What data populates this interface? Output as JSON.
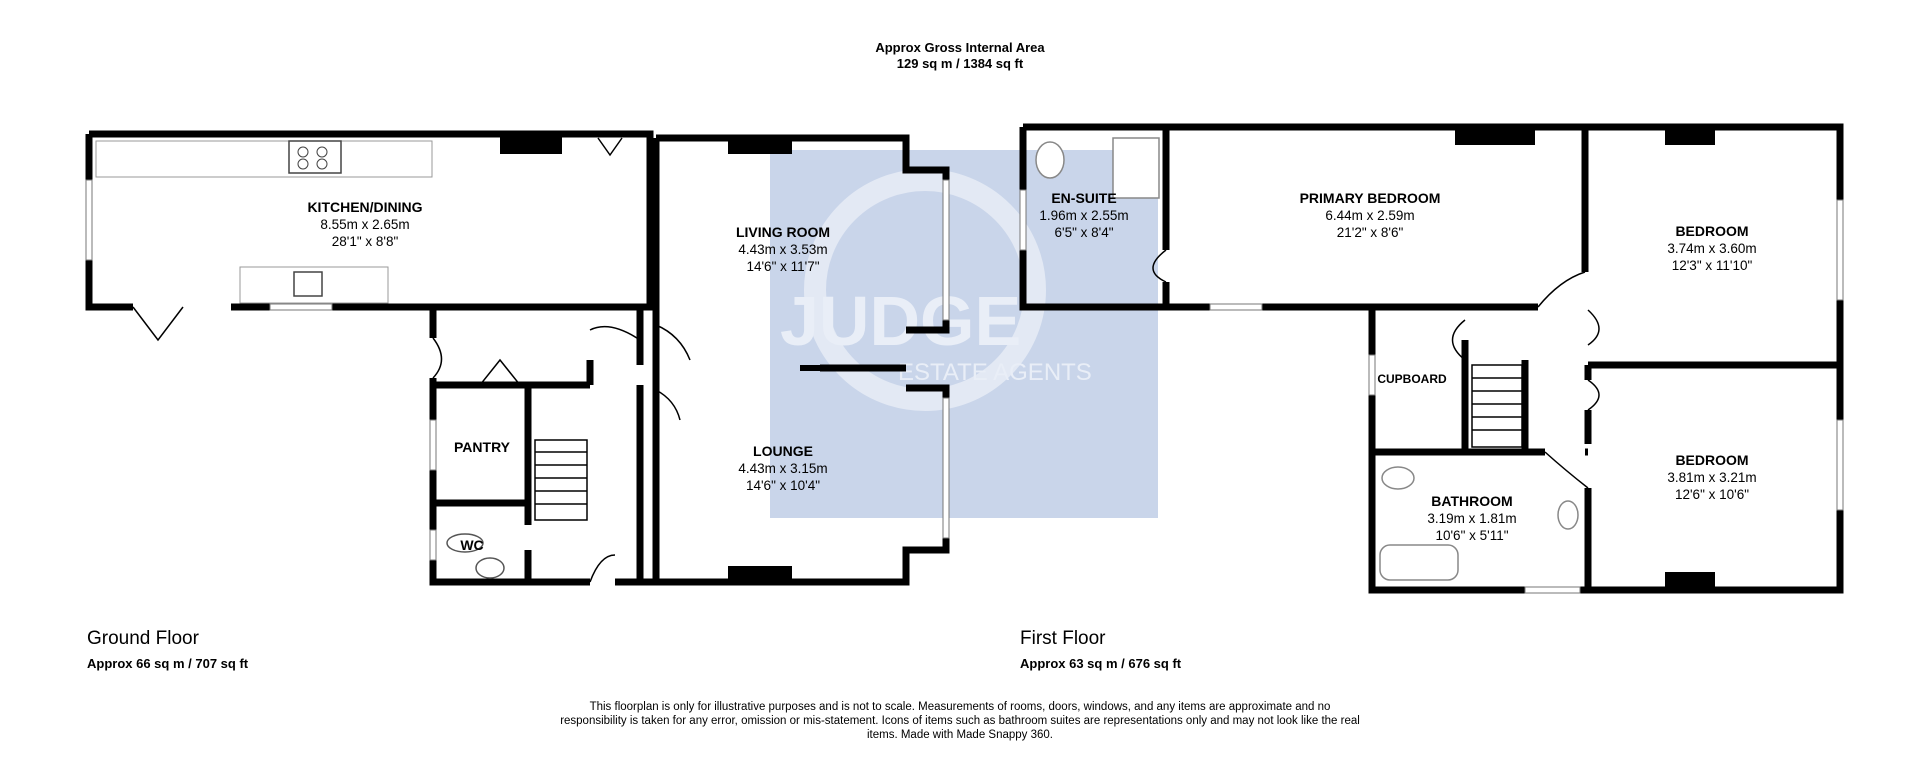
{
  "header": {
    "title": "Approx Gross Internal Area",
    "area": "129 sq m / 1384 sq ft"
  },
  "floors": [
    {
      "name": "Ground Floor",
      "area": "Approx 66 sq m / 707 sq ft"
    },
    {
      "name": "First Floor",
      "area": "Approx 63 sq m / 676 sq ft"
    }
  ],
  "rooms": {
    "kitchen": {
      "name": "KITCHEN/DINING",
      "metric": "8.55m x 2.65m",
      "imperial": "28'1\" x 8'8\""
    },
    "living": {
      "name": "LIVING ROOM",
      "metric": "4.43m x 3.53m",
      "imperial": "14'6\" x 11'7\""
    },
    "lounge": {
      "name": "LOUNGE",
      "metric": "4.43m x 3.15m",
      "imperial": "14'6\" x 10'4\""
    },
    "pantry": {
      "name": "PANTRY"
    },
    "wc": {
      "name": "WC"
    },
    "ensuite": {
      "name": "EN-SUITE",
      "metric": "1.96m x 2.55m",
      "imperial": "6'5\" x 8'4\""
    },
    "primary": {
      "name": "PRIMARY BEDROOM",
      "metric": "6.44m x 2.59m",
      "imperial": "21'2\" x 8'6\""
    },
    "bedroom1": {
      "name": "BEDROOM",
      "metric": "3.74m x 3.60m",
      "imperial": "12'3\" x 11'10\""
    },
    "bedroom2": {
      "name": "BEDROOM",
      "metric": "3.81m x 3.21m",
      "imperial": "12'6\" x 10'6\""
    },
    "cupboard": {
      "name": "CUPBOARD"
    },
    "bathroom": {
      "name": "BATHROOM",
      "metric": "3.19m x 1.81m",
      "imperial": "10'6\" x 5'11\""
    }
  },
  "watermark": {
    "brand": "JUDGE",
    "tagline": "ESTATE AGENTS",
    "color": "#c9d5ea"
  },
  "colors": {
    "wall": "#000000",
    "window": "#ffffff",
    "watermark": "#c9d5ea"
  },
  "disclaimer": "This floorplan is only for illustrative purposes and is not to scale. Measurements of rooms, doors, windows, and any items are approximate and no responsibility is taken for any error, omission or mis-statement. Icons of items such as bathroom suites are representations only and may not look like the real items. Made with Made Snappy 360."
}
